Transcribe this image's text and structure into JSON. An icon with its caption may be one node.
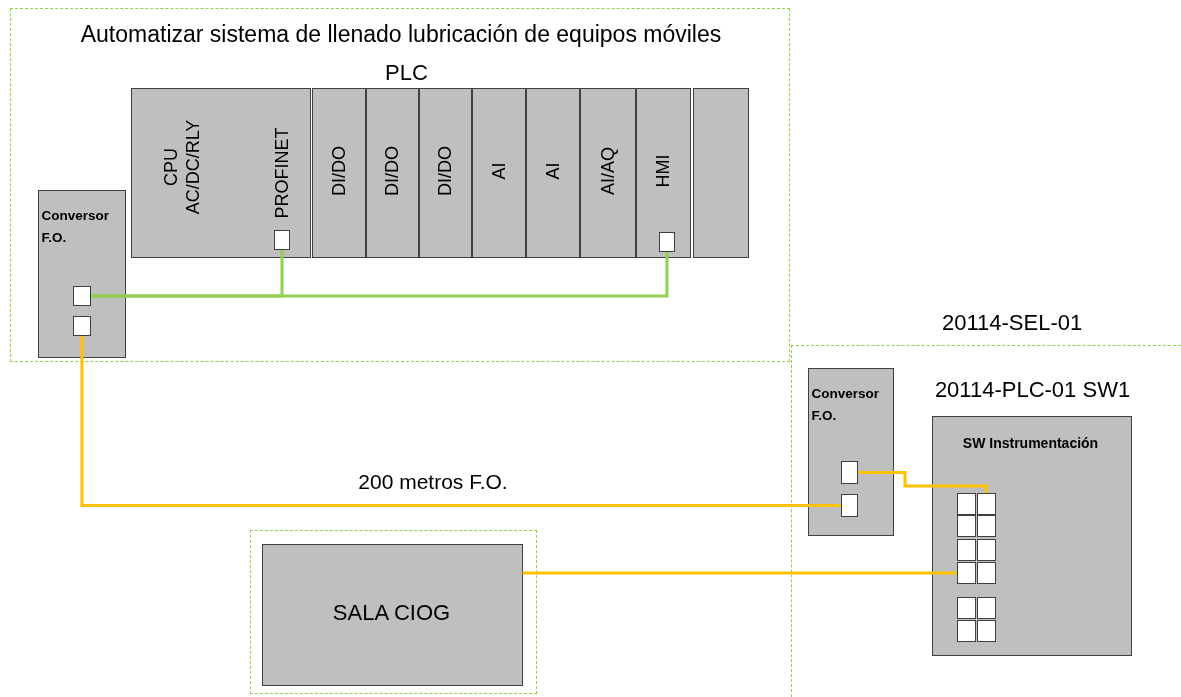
{
  "diagram": {
    "nodes": [
      {
        "text": [
          "Automatizar sistema de llenado lubricación de equipos móviles"
        ]
      },
      {
        "text": [
          "CPU AC/DC/RLY",
          "PROFINET"
        ],
        "in": 0
      },
      {
        "text": [
          "DI/DO"
        ],
        "in": 0
      },
      {
        "text": [
          "DI/DO"
        ],
        "in": 0
      },
      {
        "text": [
          "DI/DO"
        ],
        "in": 0
      },
      {
        "text": [
          "AI"
        ],
        "in": 0
      },
      {
        "text": [
          "AI"
        ],
        "in": 0
      },
      {
        "text": [
          "AI/AQ"
        ],
        "in": 0
      },
      {
        "text": [
          "HMI"
        ],
        "in": 0
      },
      {
        "text": [],
        "shape": "box",
        "in": 0
      },
      {
        "text": [
          "Conversor F.O."
        ],
        "in": 0
      },
      {
        "text": [],
        "shape": "box",
        "in": 1
      },
      {
        "text": [],
        "shape": "box",
        "in": 8
      },
      {
        "text": [],
        "shape": "box",
        "in": 10
      },
      {
        "text": [],
        "shape": "box",
        "in": 10
      },
      {
        "text": [
          "20114-SEL-01"
        ]
      },
      {
        "text": [
          "Conversor F.O."
        ],
        "in": 15
      },
      {
        "text": [],
        "shape": "box",
        "in": 16
      },
      {
        "text": [],
        "shape": "box",
        "in": 16
      },
      {
        "text": [
          "20114-PLC-01 SW1",
          "SW Instrumentación"
        ],
        "in": 15
      },
      {
        "text": [],
        "shape": "box",
        "in": 19
      },
      {
        "text": [],
        "shape": "box",
        "in": 19
      },
      {
        "text": [],
        "shape": "box",
        "in": 19
      },
      {
        "text": [],
        "shape": "box",
        "in": 19
      },
      {
        "text": [],
        "shape": "box",
        "in": 19
      },
      {
        "text": [],
        "shape": "box",
        "in": 19
      },
      {
        "text": [],
        "shape": "box",
        "in": 19
      },
      {
        "text": [],
        "shape": "box",
        "in": 19
      },
      {
        "text": [],
        "shape": "box",
        "in": 19
      },
      {
        "text": [],
        "shape": "box",
        "in": 19
      },
      {
        "text": [],
        "shape": "box",
        "in": 19
      },
      {
        "text": [],
        "shape": "box",
        "in": 19
      },
      {
        "text": [],
        "shape": "box"
      },
      {
        "text": [
          "SALA CIOG"
        ],
        "in": 32
      }
    ],
    "edges": [
      {
        "from": 13,
        "to": 11,
        "arrow": "none",
        "color": "#92d050"
      },
      {
        "from": 13,
        "to": 12,
        "arrow": "none",
        "color": "#92d050"
      },
      {
        "from": 14,
        "to": 18,
        "arrow": "none",
        "label": "200 metros F.O."
      },
      {
        "from": 17,
        "to": 21,
        "arrow": "none"
      },
      {
        "from": 33,
        "to": 26,
        "arrow": "none"
      }
    ],
    "labels": [
      "PLC"
    ]
  }
}
